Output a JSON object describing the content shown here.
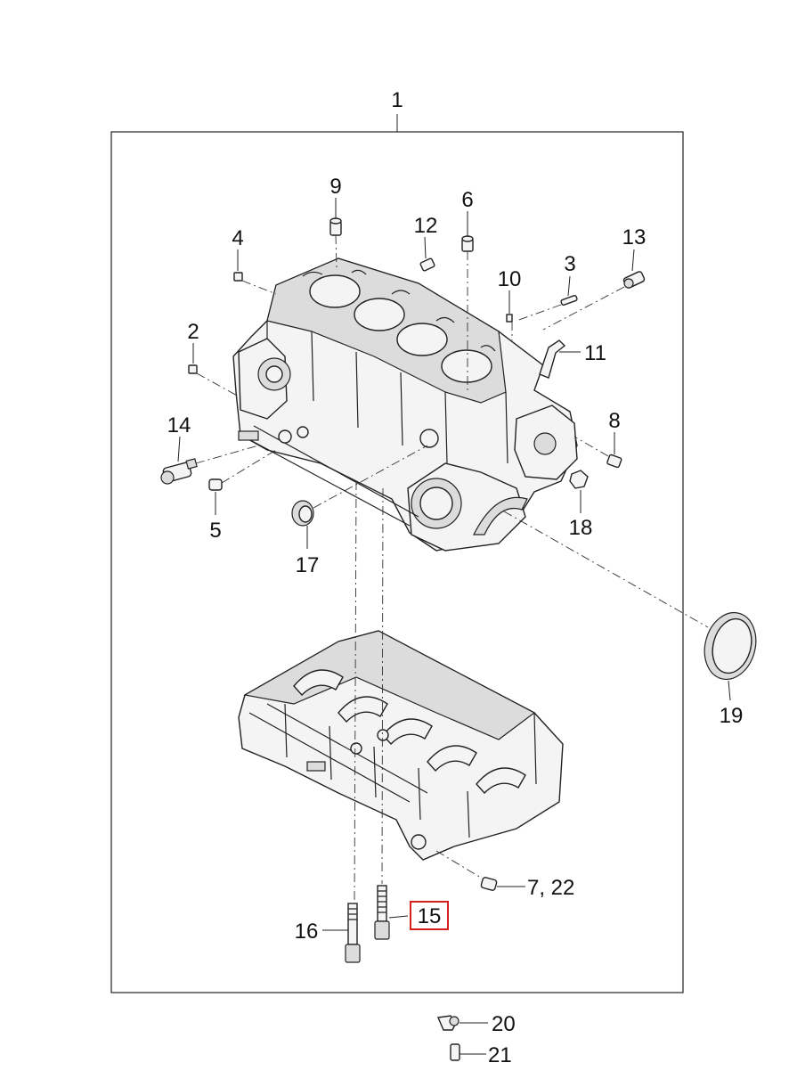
{
  "diagram": {
    "highlight_color": "#d62020",
    "callouts": [
      {
        "id": "c1",
        "label": "1"
      },
      {
        "id": "c2",
        "label": "2"
      },
      {
        "id": "c3",
        "label": "3"
      },
      {
        "id": "c4",
        "label": "4"
      },
      {
        "id": "c5",
        "label": "5"
      },
      {
        "id": "c6",
        "label": "6"
      },
      {
        "id": "c7",
        "label": "7, 22"
      },
      {
        "id": "c8",
        "label": "8"
      },
      {
        "id": "c9",
        "label": "9"
      },
      {
        "id": "c10",
        "label": "10"
      },
      {
        "id": "c11",
        "label": "11"
      },
      {
        "id": "c12",
        "label": "12"
      },
      {
        "id": "c13",
        "label": "13"
      },
      {
        "id": "c14",
        "label": "14"
      },
      {
        "id": "c15",
        "label": "15",
        "highlighted": true
      },
      {
        "id": "c16",
        "label": "16"
      },
      {
        "id": "c17",
        "label": "17"
      },
      {
        "id": "c18",
        "label": "18"
      },
      {
        "id": "c19",
        "label": "19"
      },
      {
        "id": "c20",
        "label": "20"
      },
      {
        "id": "c21",
        "label": "21"
      }
    ]
  }
}
